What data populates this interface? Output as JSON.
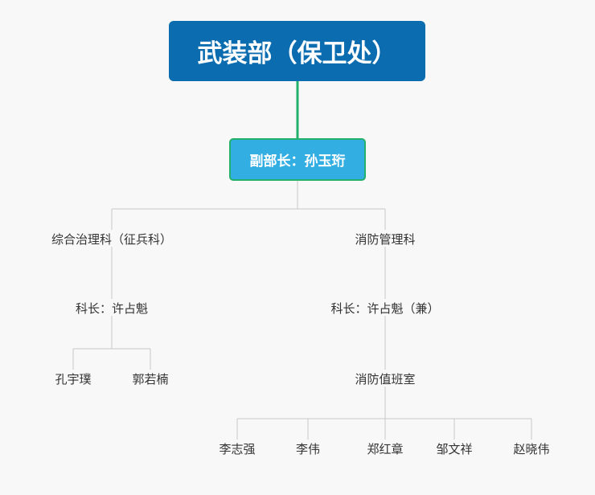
{
  "root": {
    "label": "武装部（保卫处）"
  },
  "deputy": {
    "label": "副部长：孙玉珩"
  },
  "departments": [
    {
      "name": "综合治理科（征兵科）",
      "chief": "科长：许占魁",
      "members": [
        "孔宇璞",
        "郭若楠"
      ]
    },
    {
      "name": "消防管理科",
      "chief": "科长：许占魁（兼）",
      "office": "消防值班室",
      "members": [
        "李志强",
        "李伟",
        "郑红章",
        "邹文祥",
        "赵晓伟"
      ]
    }
  ],
  "colors": {
    "root_fill": "#0b6db0",
    "deputy_fill": "#33aee3",
    "deputy_border": "#22b06b",
    "root_connector": "#22b06b",
    "connector": "#c8c8c8",
    "background": "#f8f8f8"
  }
}
